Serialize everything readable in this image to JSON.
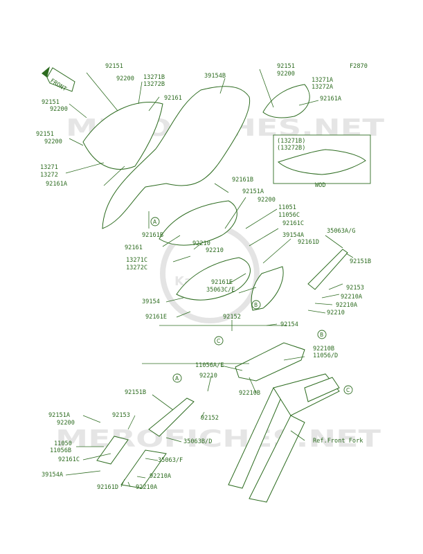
{
  "figure_code": "F2870",
  "front_arrow_label": "FRONT",
  "watermark_text": "MEROFICHES.NET",
  "logo_text": "Kawasaki",
  "reference_label": "Ref.Front Fork",
  "variant_box": {
    "title": "WOD",
    "line1": "(13271B)",
    "line2": "(13272B)"
  },
  "callout_letters": [
    "A",
    "B",
    "C"
  ],
  "part_labels": [
    {
      "id": "l1",
      "text": "92151"
    },
    {
      "id": "l2",
      "text": "92200"
    },
    {
      "id": "l3",
      "text": "13271B"
    },
    {
      "id": "l4",
      "text": "13272B"
    },
    {
      "id": "l5",
      "text": "39154B"
    },
    {
      "id": "l6",
      "text": "92151"
    },
    {
      "id": "l7",
      "text": "92200"
    },
    {
      "id": "l8",
      "text": "13271A"
    },
    {
      "id": "l9",
      "text": "13272A"
    },
    {
      "id": "l10",
      "text": "92161A"
    },
    {
      "id": "l11",
      "text": "92151"
    },
    {
      "id": "l12",
      "text": "92200"
    },
    {
      "id": "l13",
      "text": "92161"
    },
    {
      "id": "l14",
      "text": "92151"
    },
    {
      "id": "l15",
      "text": "92200"
    },
    {
      "id": "l16",
      "text": "13271"
    },
    {
      "id": "l17",
      "text": "13272"
    },
    {
      "id": "l18",
      "text": "92161A"
    },
    {
      "id": "l19",
      "text": "92161B"
    },
    {
      "id": "l20",
      "text": "92151A"
    },
    {
      "id": "l21",
      "text": "92200"
    },
    {
      "id": "l22",
      "text": "11051"
    },
    {
      "id": "l23",
      "text": "11056C"
    },
    {
      "id": "l24",
      "text": "92161C"
    },
    {
      "id": "l25",
      "text": "39154A"
    },
    {
      "id": "l26",
      "text": "92161D"
    },
    {
      "id": "l27",
      "text": "92161B"
    },
    {
      "id": "l28",
      "text": "92161"
    },
    {
      "id": "l29",
      "text": "92210"
    },
    {
      "id": "l30",
      "text": "92210"
    },
    {
      "id": "l31",
      "text": "13271C"
    },
    {
      "id": "l32",
      "text": "13272C"
    },
    {
      "id": "l33",
      "text": "35063A/G"
    },
    {
      "id": "l34",
      "text": "92151B"
    },
    {
      "id": "l35",
      "text": "92161E"
    },
    {
      "id": "l36",
      "text": "35063C/E"
    },
    {
      "id": "l37",
      "text": "92153"
    },
    {
      "id": "l38",
      "text": "92210A"
    },
    {
      "id": "l39",
      "text": "39154"
    },
    {
      "id": "l40",
      "text": "92210A"
    },
    {
      "id": "l41",
      "text": "92210"
    },
    {
      "id": "l42",
      "text": "92161E"
    },
    {
      "id": "l43",
      "text": "92152"
    },
    {
      "id": "l44",
      "text": "92154"
    },
    {
      "id": "l45",
      "text": "92210B"
    },
    {
      "id": "l46",
      "text": "11056/D"
    },
    {
      "id": "l47",
      "text": "11056A/E"
    },
    {
      "id": "l48",
      "text": "92210"
    },
    {
      "id": "l49",
      "text": "92210B"
    },
    {
      "id": "l50",
      "text": "92151B"
    },
    {
      "id": "l51",
      "text": "92151A"
    },
    {
      "id": "l52",
      "text": "92200"
    },
    {
      "id": "l53",
      "text": "92153"
    },
    {
      "id": "l54",
      "text": "11050"
    },
    {
      "id": "l55",
      "text": "11056B"
    },
    {
      "id": "l56",
      "text": "92161C"
    },
    {
      "id": "l57",
      "text": "92152"
    },
    {
      "id": "l58",
      "text": "35063B/D"
    },
    {
      "id": "l59",
      "text": "35063/F"
    },
    {
      "id": "l60",
      "text": "39154A"
    },
    {
      "id": "l61",
      "text": "92210A"
    },
    {
      "id": "l62",
      "text": "92161D"
    },
    {
      "id": "l63",
      "text": "92210A"
    }
  ],
  "colors": {
    "line": "#2c6b1f",
    "watermark": "#d0d0d0",
    "background": "#ffffff"
  }
}
